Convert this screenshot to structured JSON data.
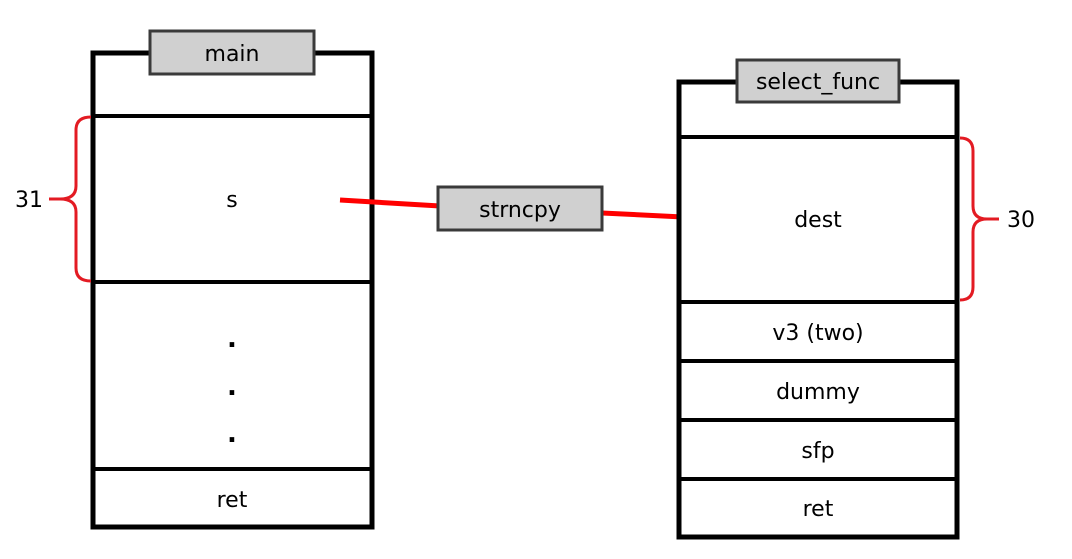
{
  "colors": {
    "frame": "#000000",
    "label_fill": "#d0d0d0",
    "label_stroke": "#3a3a3a",
    "bracket": "#e31b23",
    "arrow": "#ff0000"
  },
  "main_stack": {
    "title": "main",
    "buffer": "s",
    "ellipsis": [
      ".",
      ".",
      "."
    ],
    "ret": "ret",
    "size_label": "31"
  },
  "copy_label": "strncpy",
  "select_func_stack": {
    "title": "select_func",
    "buffer": "dest",
    "slots": [
      "v3 (two)",
      "dummy",
      "sfp",
      "ret"
    ],
    "size_label": "30"
  }
}
